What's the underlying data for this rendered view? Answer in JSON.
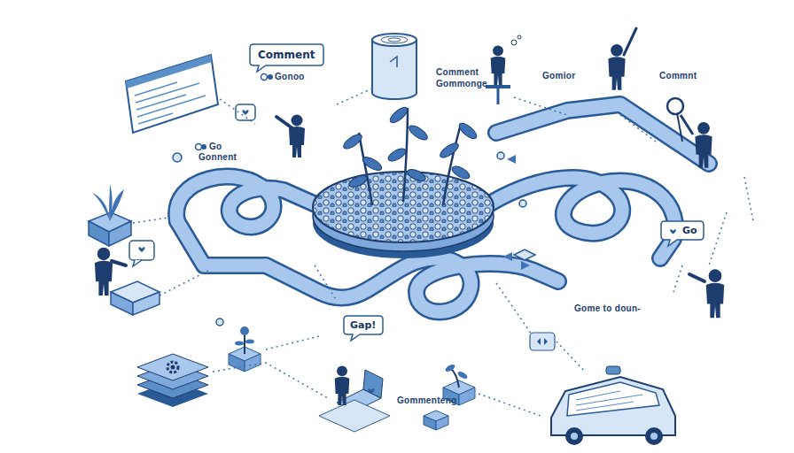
{
  "diagram": {
    "nodes": [
      {
        "text": [
          "Comment"
        ]
      },
      {
        "text": [
          "Go"
        ]
      },
      {
        "text": [
          "Gap!"
        ]
      }
    ],
    "labels": [
      "Gonoo",
      "Comment Gommonge",
      "Gomior",
      "Commnt",
      "Go",
      "Gonnent",
      "Gome to doun-",
      "Gommenteng"
    ]
  }
}
